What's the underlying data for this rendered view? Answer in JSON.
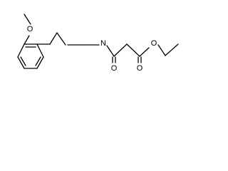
{
  "molecule": {
    "atoms": {
      "methoxy_oxygen": "O",
      "amide_nitrogen": "N",
      "amide_oxygen": "O",
      "ester_carbonyl_oxygen": "O",
      "ester_ether_oxygen": "O"
    },
    "colors": {
      "bond": "#000000",
      "label": "#000000",
      "background": "#ffffff"
    }
  }
}
